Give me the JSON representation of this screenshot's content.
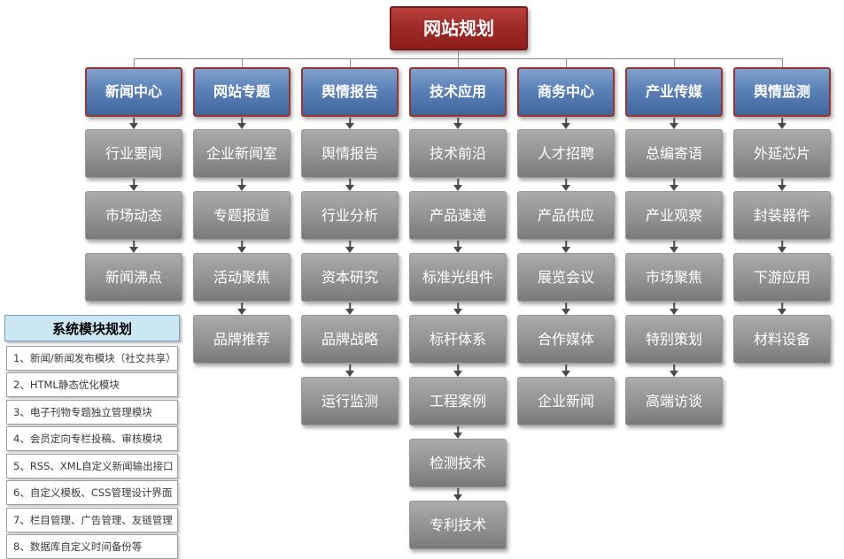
{
  "root": {
    "label": "网站规划"
  },
  "columns": [
    {
      "header": "新闻中心",
      "items": [
        "行业要闻",
        "市场动态",
        "新闻沸点"
      ]
    },
    {
      "header": "网站专题",
      "items": [
        "企业新闻室",
        "专题报道",
        "活动聚焦",
        "品牌推荐"
      ]
    },
    {
      "header": "舆情报告",
      "items": [
        "舆情报告",
        "行业分析",
        "资本研究",
        "品牌战略",
        "运行监测"
      ]
    },
    {
      "header": "技术应用",
      "items": [
        "技术前沿",
        "产品速递",
        "标准光组件",
        "标杆体系",
        "工程案例",
        "检测技术",
        "专利技术"
      ]
    },
    {
      "header": "商务中心",
      "items": [
        "人才招聘",
        "产品供应",
        "展览会议",
        "合作媒体",
        "企业新闻"
      ]
    },
    {
      "header": "产业传媒",
      "items": [
        "总编寄语",
        "产业观察",
        "市场聚焦",
        "特别策划",
        "高端访谈"
      ]
    },
    {
      "header": "舆情监测",
      "items": [
        "外延芯片",
        "封装器件",
        "下游应用",
        "材料设备"
      ]
    }
  ],
  "side_panel": {
    "title": "系统模块规划",
    "items": [
      "1、新闻/新闻发布模块（社交共享）",
      "2、HTML静态优化模块",
      "3、电子刊物专题独立管理模块",
      "4、会员定向专栏投稿、审核模块",
      "5、RSS、XML自定义新闻输出接口",
      "6、自定义模板、CSS管理设计界面",
      "7、栏目管理、广告管理、友链管理",
      "8、数据库自定义时间备份等"
    ]
  },
  "colors": {
    "root_red": "#9c2724",
    "root_border": "#7a1b19",
    "header_blue": "#5b81b7",
    "header_border": "#943634",
    "item_gray": "#949494",
    "panel_title_bg": "#cbe7f4",
    "panel_title_border": "#7f9db9",
    "connector_line": "#8c8c8c",
    "arrow": "#4a4a4a",
    "text_on_boxes": "#ffffff"
  }
}
